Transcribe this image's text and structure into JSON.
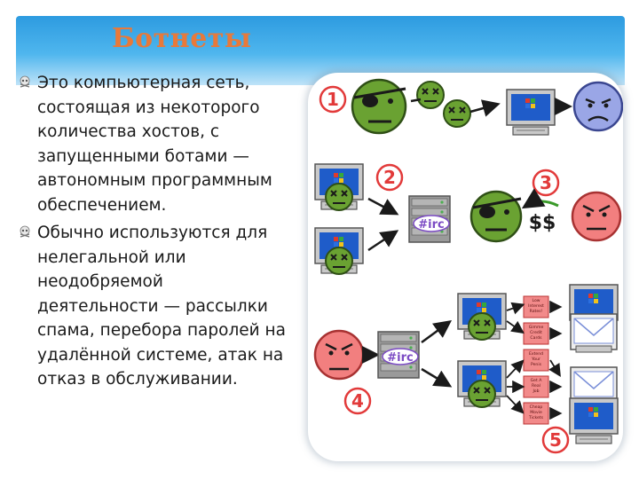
{
  "slide": {
    "title": "Ботнеты",
    "bullets": [
      {
        "lines": [
          "Это компьютерная сеть,",
          "состоящая из некоторого",
          "количества хостов, с",
          "запущенными ботами —",
          "автономным программным",
          "обеспечением."
        ],
        "icon": "skull-bullet-icon"
      },
      {
        "lines": [
          "Обычно используются для",
          "нелегальной или",
          "неодобряемой",
          "деятельности — рассылки",
          "спама, перебора паролей на",
          "удалённой системе, атак на",
          "отказ в обслуживании."
        ],
        "icon": "skull-bullet-icon"
      }
    ]
  },
  "diagram": {
    "step_numbers": [
      "1",
      "2",
      "3",
      "4",
      "5"
    ],
    "irc_label": "#irc",
    "money_label": "$$",
    "spam_ads": [
      [
        "Low",
        "Interest",
        "Rates!"
      ],
      [
        "Gimme",
        "Credit",
        "Cards"
      ],
      [
        "Extend",
        "Your",
        "Penis"
      ],
      [
        "Get A",
        "Real",
        "Job"
      ],
      [
        "Cheap",
        "Movie",
        "Tickets"
      ]
    ],
    "colors": {
      "step_red": "#e23a3a",
      "bot_green": "#6aa232",
      "victim_blue": "#9aa6e6",
      "spammer_red": "#f27f7f",
      "arrow": "#1a1a1a",
      "server_gray": "#8c8c8c"
    }
  }
}
